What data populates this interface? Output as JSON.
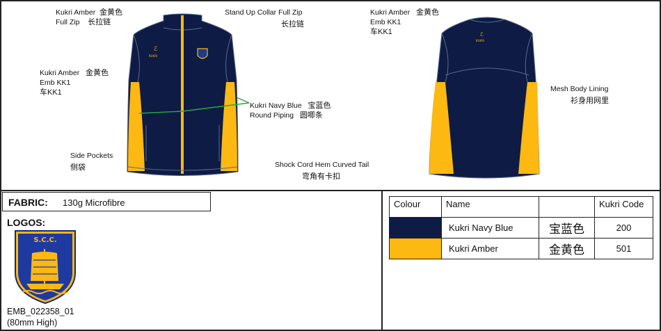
{
  "callouts": {
    "amber_zip": {
      "line1": "Kukri Amber",
      "line1_cn": "金黄色",
      "line2": "Full Zip",
      "line2_cn": "长拉链"
    },
    "collar": {
      "line1": "Stand Up Collar Full Zip",
      "line2_cn": "长拉链"
    },
    "amber_emb_front": {
      "line1": "Kukri Amber",
      "line1_cn": "金黄色",
      "line2": "Emb KK1",
      "line3_cn": "车KK1"
    },
    "piping": {
      "line1": "Kukri Navy Blue",
      "line1_cn": "宝蓝色",
      "line2": "Round Piping",
      "line2_cn": "圆唧条"
    },
    "pockets": {
      "line1": "Side Pockets",
      "line2_cn": "侧袋"
    },
    "hem": {
      "line1": "Shock Cord Hem Curved Tail",
      "line2_cn": "弯角有卡扣"
    },
    "amber_emb_back": {
      "line1": "Kukri Amber",
      "line1_cn": "金黄色",
      "line2": "Emb KK1",
      "line3_cn": "车KK1"
    },
    "mesh": {
      "line1": "Mesh Body Lining",
      "line2_cn": "衫身用网里"
    }
  },
  "fabric": {
    "key": "FABRIC:",
    "value": "130g Microfibre"
  },
  "logos": {
    "title": "LOGOS:",
    "badge_text": "S.C.C.",
    "emb_code": "EMB_022358_01",
    "emb_size": "(80mm High)"
  },
  "colour_table": {
    "headers": {
      "colour": "Colour",
      "name": "Name",
      "cn": "",
      "code": "Kukri Code"
    },
    "rows": [
      {
        "swatch": "#0d1b45",
        "name": "Kukri Navy Blue",
        "cn": "宝蓝色",
        "code": "200"
      },
      {
        "swatch": "#fdb812",
        "name": "Kukri Amber",
        "cn": "金黄色",
        "code": "501"
      }
    ]
  },
  "colors": {
    "navy": "#0d1b45",
    "amber": "#fdb812",
    "piping_line": "#2aa83a"
  }
}
